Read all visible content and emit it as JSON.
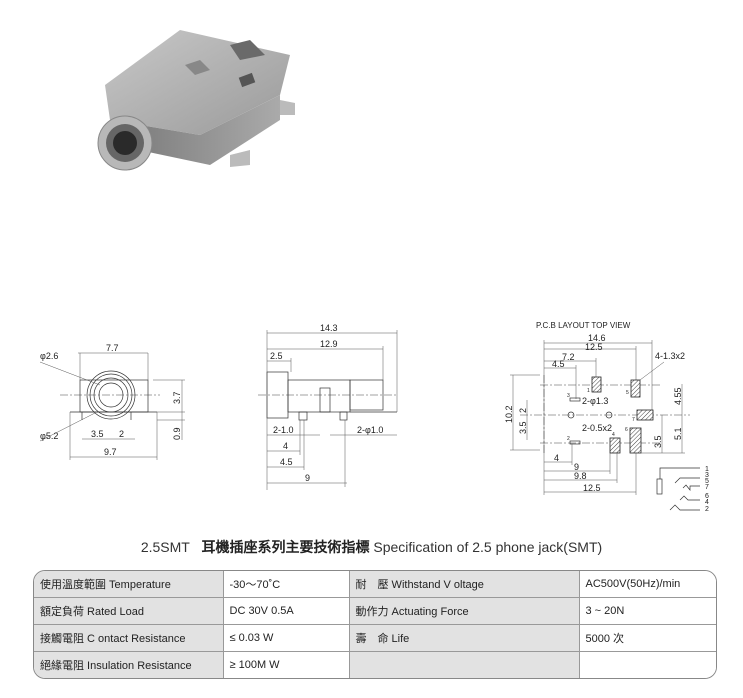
{
  "title": {
    "model": "2.5SMT",
    "chinese": "耳機插座系列主要技術指標",
    "english": "Specification of 2.5 phone jack(SMT)"
  },
  "spec_table": [
    {
      "label1": "使用溫度範圍 Temperature",
      "value1": "-30～70˚C",
      "label2": "耐　壓 Withstand V oltage",
      "value2": "AC500V(50Hz)/min"
    },
    {
      "label1": "額定負荷  Rated Load",
      "value1": "DC  30V  0.5A",
      "label2": "動作力 Actuating Force",
      "value2": "3 ~ 20N"
    },
    {
      "label1": "接觸電阻  C ontact Resistance",
      "value1": "≤ 0.03 W",
      "label2": "壽　命 Life",
      "value2": "5000 次"
    },
    {
      "label1": "絕緣電阻  Insulation Resistance",
      "value1": "≥ 100M W",
      "label2": "",
      "value2": ""
    }
  ],
  "front_view": {
    "d_hole": "φ2.6",
    "width": "7.7",
    "height": "3.7",
    "pin_h": "0.9",
    "d_outer": "φ5.2",
    "p1": "3.5",
    "p2": "2",
    "total": "9.7"
  },
  "side_view": {
    "total": "14.3",
    "body": "12.9",
    "cap": "2.5",
    "pin_w": "2-1.0",
    "pin_d": "2-φ1.0",
    "d4": "4",
    "d45": "4.5",
    "d9": "9"
  },
  "pcb_view": {
    "heading": "P.C.B LAYOUT TOP VIEW",
    "w146": "14.6",
    "w125": "12.5",
    "w72": "7.2",
    "w45": "4.5",
    "pad_size": "4-1.3x2",
    "hole": "2-φ1.3",
    "slot": "2-0.5x2",
    "h102": "10.2",
    "h2": "2",
    "h35": "3.5",
    "h455": "4.55",
    "h35b": "3.5",
    "h51": "5.1",
    "b4": "4",
    "b9": "9",
    "b98": "9.8",
    "b125": "12.5",
    "pad_nums": [
      "1",
      "5",
      "3",
      "7",
      "6",
      "2",
      "4"
    ]
  },
  "schematic": {
    "pins": [
      "1",
      "3",
      "5",
      "7",
      "6",
      "4",
      "2"
    ]
  }
}
